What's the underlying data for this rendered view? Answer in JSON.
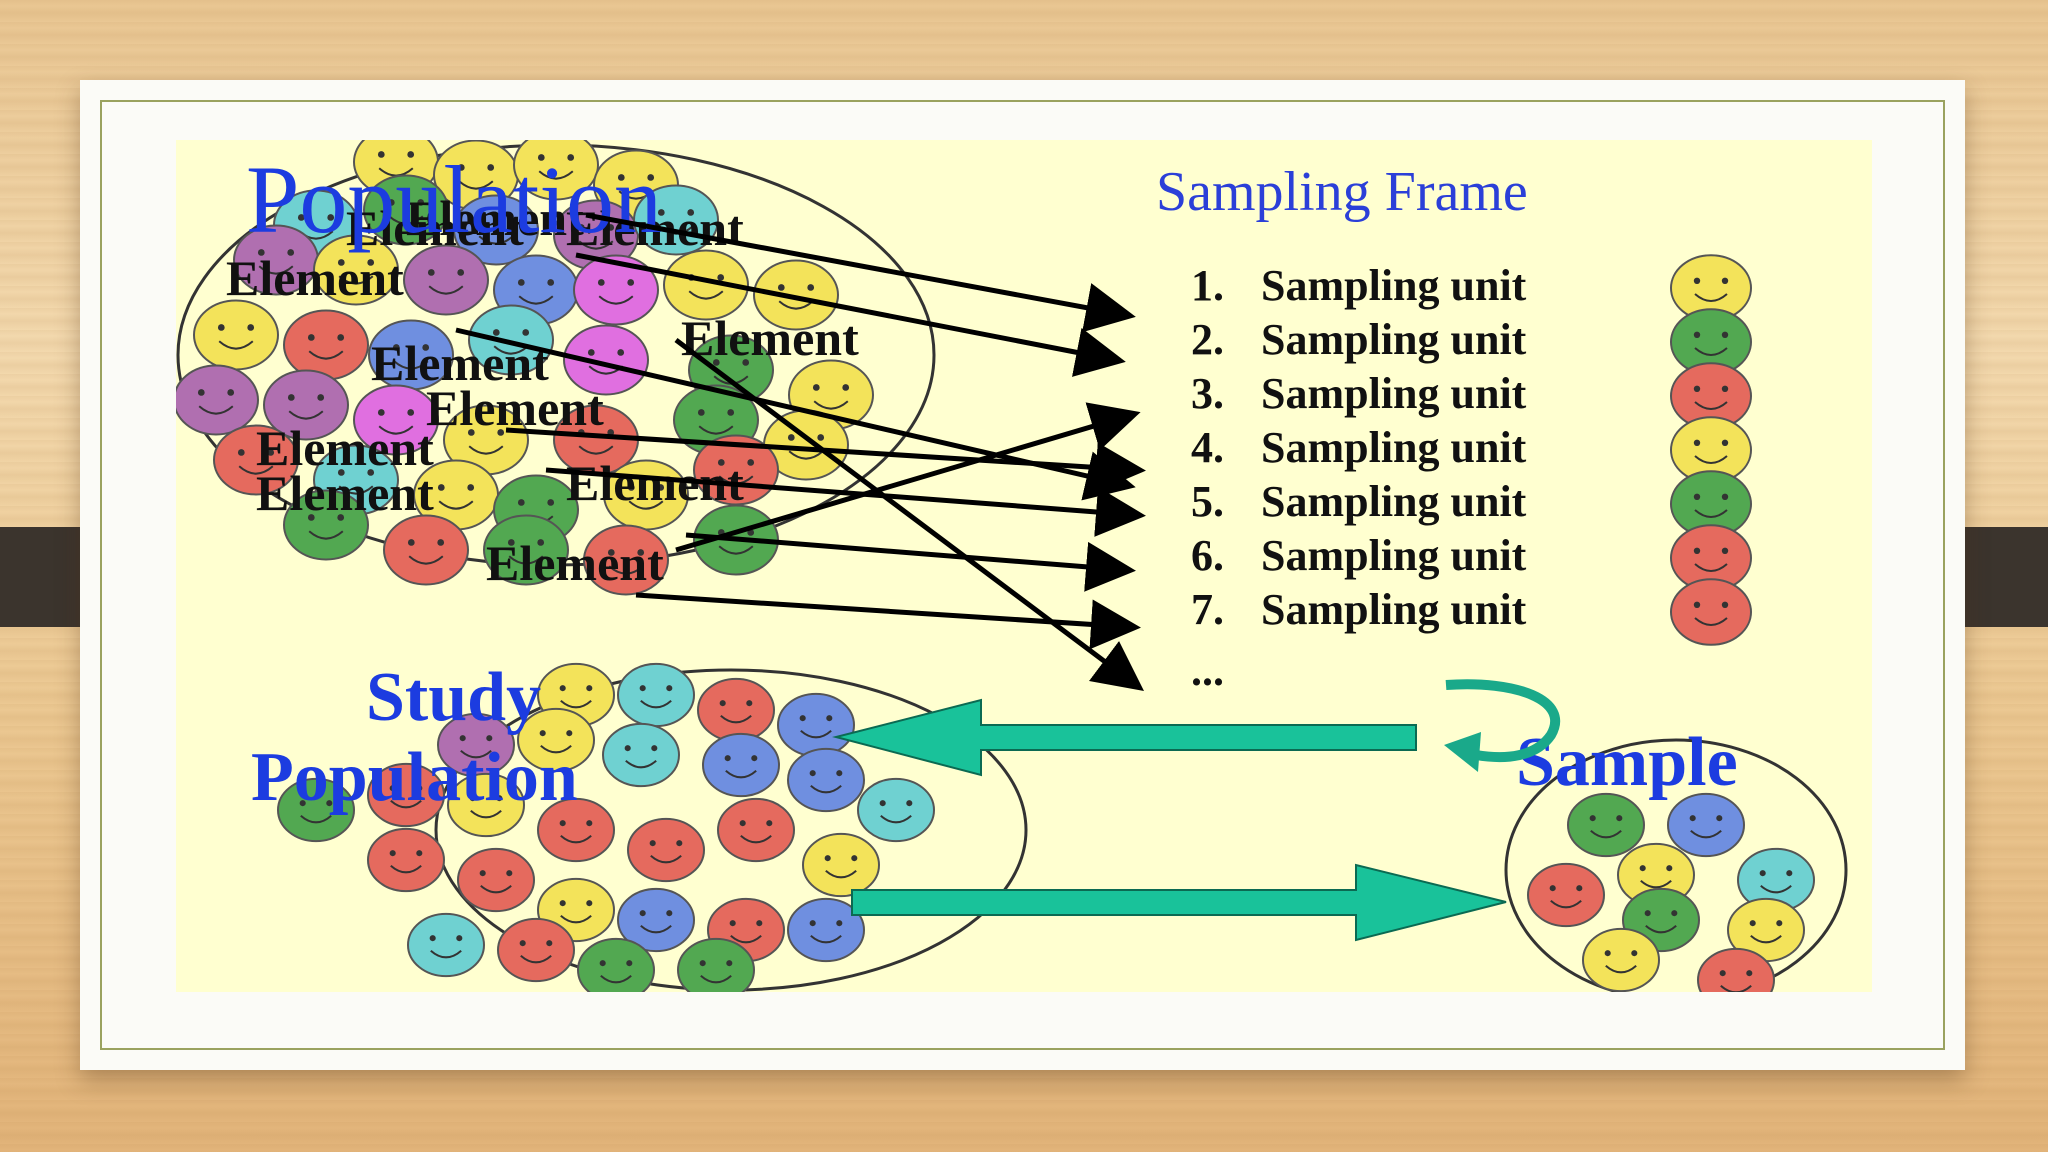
{
  "population_label": "Population",
  "element_label": "Element",
  "sampling_frame_title": "Sampling Frame",
  "units": [
    {
      "num": "1.",
      "label": "Sampling unit",
      "color": "#f3e35a"
    },
    {
      "num": "2.",
      "label": "Sampling unit",
      "color": "#52a851"
    },
    {
      "num": "3.",
      "label": "Sampling unit",
      "color": "#e56a5e"
    },
    {
      "num": "4.",
      "label": "Sampling unit",
      "color": "#f3e35a"
    },
    {
      "num": "5.",
      "label": "Sampling unit",
      "color": "#52a851"
    },
    {
      "num": "6.",
      "label": "Sampling unit",
      "color": "#e56a5e"
    },
    {
      "num": "7.",
      "label": "Sampling unit",
      "color": ""
    }
  ],
  "ellipsis": "...",
  "study_label": "Study",
  "study_label_2": "Population",
  "sample_label": "Sample",
  "colors": {
    "accent_blue": "#1c3ce0",
    "arrow_teal": "#19c29a",
    "diagram_bg": "#ffffd0",
    "face_yellow": "#f3e35a",
    "face_green": "#52a851",
    "face_red": "#e56a5e",
    "face_blue": "#6f8fe0",
    "face_cyan": "#6fd1d1",
    "face_purple": "#b06fb0",
    "face_magenta": "#e06fe0"
  }
}
